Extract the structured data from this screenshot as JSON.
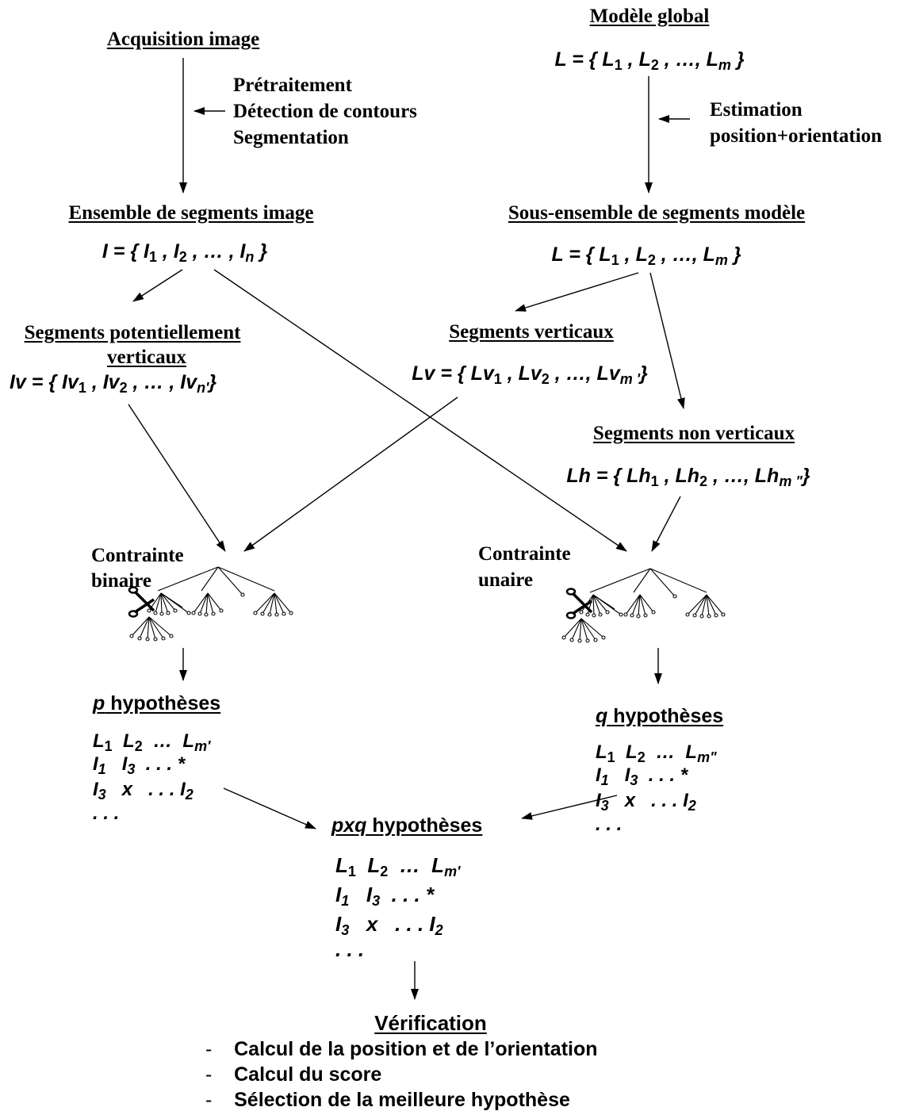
{
  "acquisition": {
    "title": "Acquisition image",
    "steps": [
      "Prétraitement",
      "Détection de contours",
      "Segmentation"
    ]
  },
  "global_model": {
    "title": "Modèle global",
    "formula": [
      "L = { L",
      "1",
      " , L",
      "2",
      " , …, L",
      "m",
      " }"
    ]
  },
  "estimation": {
    "lines": [
      "Estimation",
      "position+orientation"
    ]
  },
  "image_segments": {
    "title": "Ensemble de segments image",
    "formula": [
      "I = { I",
      "1",
      " , I",
      "2",
      " , … , I",
      "n",
      " }"
    ]
  },
  "model_subset": {
    "title": "Sous-ensemble de segments modèle",
    "formula": [
      "L = { L",
      "1",
      " , L",
      "2",
      " , …, L",
      "m",
      " }"
    ]
  },
  "potentially_vertical": {
    "title_line1": "Segments potentiellement",
    "title_line2": "verticaux",
    "formula": [
      "Iv = { Iv",
      "1",
      " , Iv",
      "2",
      " , … , Iv",
      "n'",
      "}"
    ]
  },
  "vertical": {
    "title": "Segments verticaux",
    "formula": [
      "Lv = { Lv",
      "1",
      " , Lv",
      "2",
      " , …, Lv",
      "m '",
      "}"
    ]
  },
  "non_vertical": {
    "title": "Segments non verticaux",
    "formula": [
      "Lh = { Lh",
      "1",
      " , Lh",
      "2",
      " , …, Lh",
      "m \"",
      "}"
    ]
  },
  "binary_constraint": {
    "lines": [
      "Contrainte",
      "binaire"
    ]
  },
  "unary_constraint": {
    "lines": [
      "Contrainte",
      "unaire"
    ]
  },
  "p_hypotheses": {
    "var": "p",
    "label": " hypothèses",
    "row1": [
      "L",
      "1",
      "L",
      "2",
      "…",
      "L",
      "m'"
    ],
    "row2": [
      "I",
      "1",
      "I",
      "3",
      ". . . *"
    ],
    "row3": [
      "I",
      "3",
      "x",
      ". . . I",
      "2"
    ],
    "row4": ". . ."
  },
  "q_hypotheses": {
    "var": "q",
    "label": " hypothèses",
    "row1": [
      "L",
      "1",
      "L",
      "2",
      "…",
      "L",
      "m\""
    ],
    "row2": [
      "I",
      "1",
      "I",
      "3",
      ". . . *"
    ],
    "row3": [
      "I",
      "3",
      "x",
      ". . . I",
      "2"
    ],
    "row4": ". . ."
  },
  "pxq_hypotheses": {
    "var": "pxq",
    "label": " hypothèses",
    "row1": [
      "L",
      "1",
      "L",
      "2",
      "…",
      "L",
      "m'"
    ],
    "row2": [
      "I",
      "1",
      "I",
      "3",
      ". . . *"
    ],
    "row3": [
      "I",
      "3",
      "x",
      ". . . I",
      "2"
    ],
    "row4": ". . ."
  },
  "verification": {
    "title": "Vérification",
    "items": [
      "Calcul de la position et de l’orientation",
      "Calcul du score",
      "Sélection de la meilleure hypothèse"
    ],
    "bullet": "-"
  },
  "icons": [
    "scissors-icon",
    "search-tree-icon"
  ],
  "colors": {
    "ink": "#000000",
    "background": "#ffffff"
  }
}
